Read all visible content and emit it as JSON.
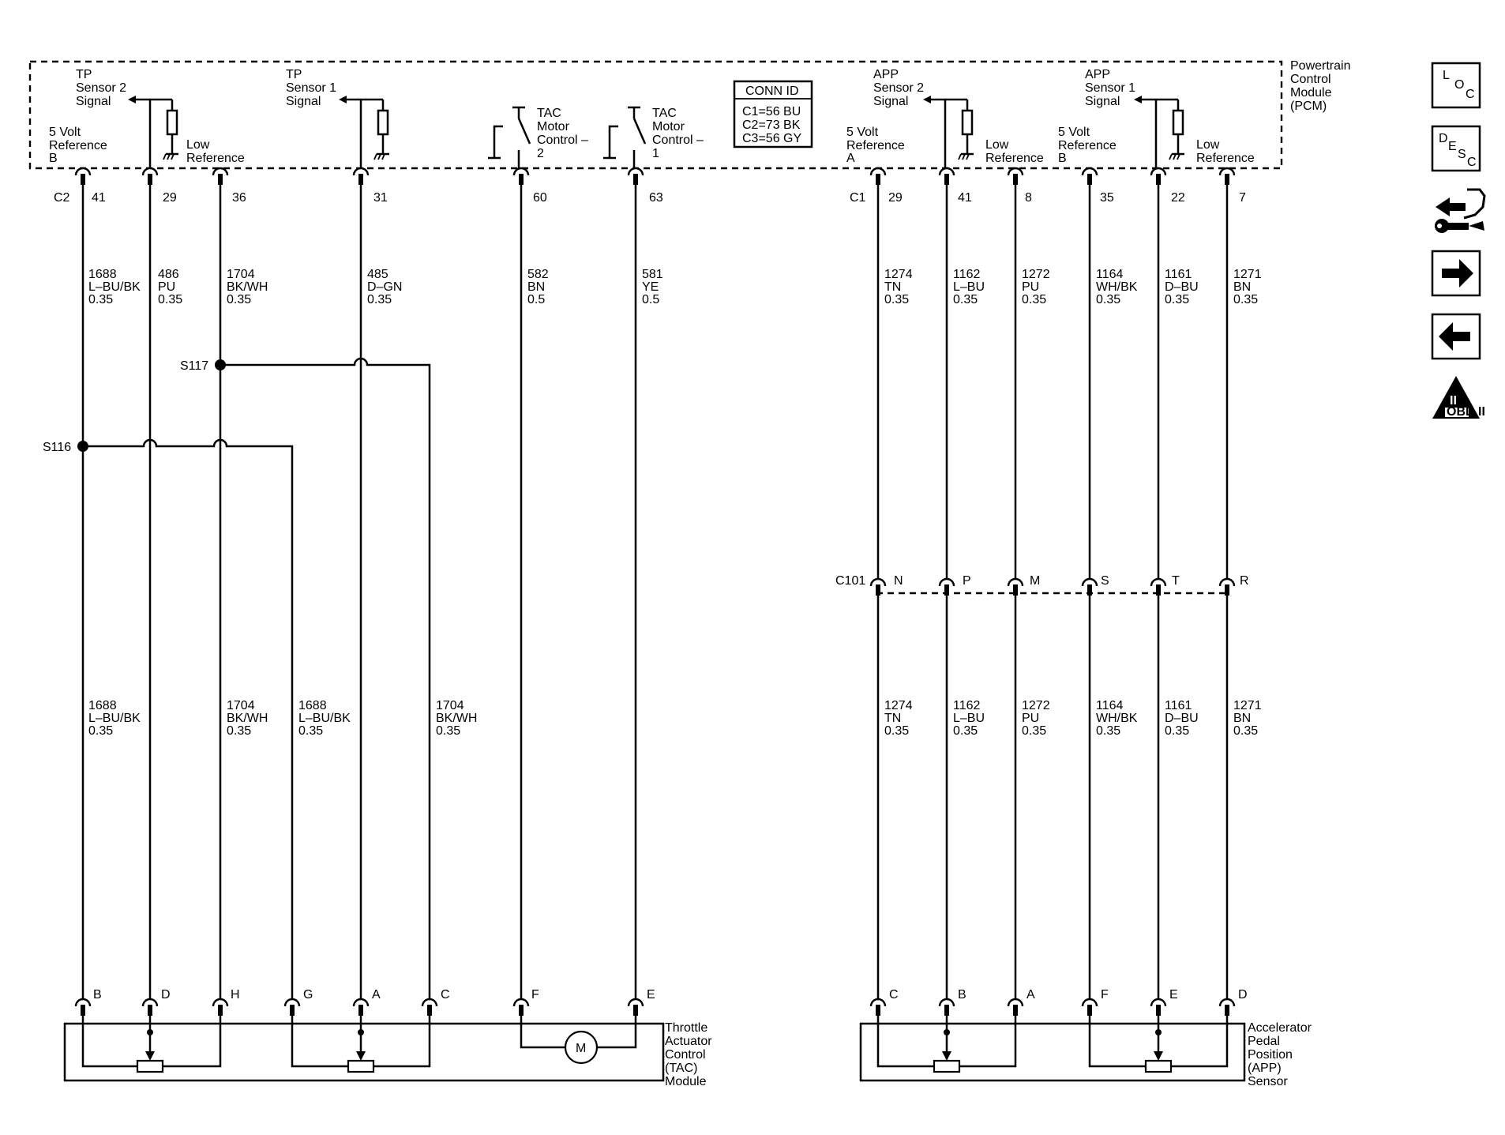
{
  "pcm": {
    "label": [
      "Powertrain",
      "Control",
      "Module",
      "(PCM)"
    ],
    "conn_id": {
      "title": "CONN ID",
      "lines": [
        "C1=56 BU",
        "C2=73 BK",
        "C3=56 GY"
      ]
    },
    "signals_c2": [
      {
        "text": [
          "TP",
          "Sensor 2",
          "Signal"
        ]
      },
      {
        "text": [
          "5 Volt",
          "Reference",
          "B"
        ]
      },
      {
        "text": [
          "Low",
          "Reference"
        ]
      },
      {
        "text": [
          "TP",
          "Sensor 1",
          "Signal"
        ]
      },
      {
        "text": [
          "TAC",
          "Motor",
          "Control –",
          "2"
        ]
      },
      {
        "text": [
          "TAC",
          "Motor",
          "Control –",
          "1"
        ]
      }
    ],
    "signals_c1": [
      {
        "text": [
          "5 Volt",
          "Reference",
          "A"
        ]
      },
      {
        "text": [
          "APP",
          "Sensor 2",
          "Signal"
        ]
      },
      {
        "text": [
          "Low",
          "Reference"
        ]
      },
      {
        "text": [
          "5 Volt",
          "Reference",
          "B"
        ]
      },
      {
        "text": [
          "APP",
          "Sensor 1",
          "Signal"
        ]
      },
      {
        "text": [
          "Low",
          "Reference"
        ]
      }
    ]
  },
  "connectors": {
    "c2": {
      "name": "C2",
      "pins": [
        "41",
        "29",
        "36",
        "31",
        "60",
        "63"
      ]
    },
    "c1": {
      "name": "C1",
      "pins": [
        "29",
        "41",
        "8",
        "35",
        "22",
        "7"
      ]
    },
    "c101": {
      "name": "C101",
      "pins": [
        "N",
        "P",
        "M",
        "S",
        "T",
        "R"
      ]
    }
  },
  "wires_left_top": [
    {
      "circuit": "1688",
      "color": "L–BU/BK",
      "gauge": "0.35"
    },
    {
      "circuit": "486",
      "color": "PU",
      "gauge": "0.35"
    },
    {
      "circuit": "1704",
      "color": "BK/WH",
      "gauge": "0.35"
    },
    {
      "circuit": "485",
      "color": "D–GN",
      "gauge": "0.35"
    },
    {
      "circuit": "582",
      "color": "BN",
      "gauge": "0.5"
    },
    {
      "circuit": "581",
      "color": "YE",
      "gauge": "0.5"
    }
  ],
  "wires_left_bottom": [
    {
      "circuit": "1688",
      "color": "L–BU/BK",
      "gauge": "0.35"
    },
    {
      "circuit": "1704",
      "color": "BK/WH",
      "gauge": "0.35"
    },
    {
      "circuit": "1688",
      "color": "L–BU/BK",
      "gauge": "0.35"
    },
    {
      "circuit": "1704",
      "color": "BK/WH",
      "gauge": "0.35"
    }
  ],
  "wires_right": [
    {
      "circuit": "1274",
      "color": "TN",
      "gauge": "0.35"
    },
    {
      "circuit": "1162",
      "color": "L–BU",
      "gauge": "0.35"
    },
    {
      "circuit": "1272",
      "color": "PU",
      "gauge": "0.35"
    },
    {
      "circuit": "1164",
      "color": "WH/BK",
      "gauge": "0.35"
    },
    {
      "circuit": "1161",
      "color": "D–BU",
      "gauge": "0.35"
    },
    {
      "circuit": "1271",
      "color": "BN",
      "gauge": "0.35"
    }
  ],
  "splices": {
    "s116": "S116",
    "s117": "S117"
  },
  "tac_module": {
    "label": [
      "Throttle",
      "Actuator",
      "Control",
      "(TAC)",
      "Module"
    ],
    "pins": [
      "B",
      "D",
      "H",
      "G",
      "A",
      "C",
      "F",
      "E"
    ],
    "motor": "M"
  },
  "app_sensor": {
    "label": [
      "Accelerator",
      "Pedal",
      "Position",
      "(APP)",
      "Sensor"
    ],
    "pins": [
      "C",
      "B",
      "A",
      "F",
      "E",
      "D"
    ]
  },
  "nav_icons": {
    "loc": [
      "L",
      "O",
      "C"
    ],
    "desc": [
      "D",
      "E",
      "S",
      "C"
    ],
    "obd": [
      "II",
      "OBD II"
    ]
  }
}
